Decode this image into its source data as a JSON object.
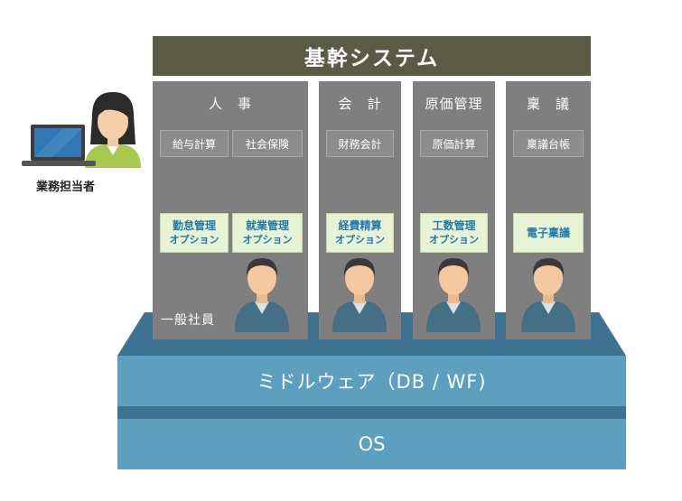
{
  "banner": {
    "title": "基幹システム"
  },
  "person_in_charge": {
    "label": "業務担当者"
  },
  "columns": [
    {
      "title": "人　事",
      "modules": [
        "給与計算",
        "社会保険"
      ],
      "options": [
        {
          "line1": "勤怠管理",
          "line2": "オプション"
        },
        {
          "line1": "就業管理",
          "line2": "オプション"
        }
      ]
    },
    {
      "title": "会　計",
      "modules": [
        "財務会計"
      ],
      "options": [
        {
          "line1": "経費精算",
          "line2": "オプション"
        }
      ]
    },
    {
      "title": "原価管理",
      "modules": [
        "原価計算"
      ],
      "options": [
        {
          "line1": "工数管理",
          "line2": "オプション"
        }
      ]
    },
    {
      "title": "稟　議",
      "modules": [
        "稟議台帳"
      ],
      "options": [
        {
          "line1": "電子稟議",
          "line2": ""
        }
      ]
    }
  ],
  "general_employee": {
    "label": "一般社員"
  },
  "middleware": {
    "label": "ミドルウェア（DB / WF)"
  },
  "os": {
    "label": "OS"
  },
  "colors": {
    "banner": "#5b5a45",
    "column": "#7f7f7f",
    "option_bg": "#e8f2d4",
    "option_text": "#1f7bab",
    "platform": "#5d9fbf",
    "platform_dark": "#3d7390",
    "employee_suit": "#456f84"
  }
}
